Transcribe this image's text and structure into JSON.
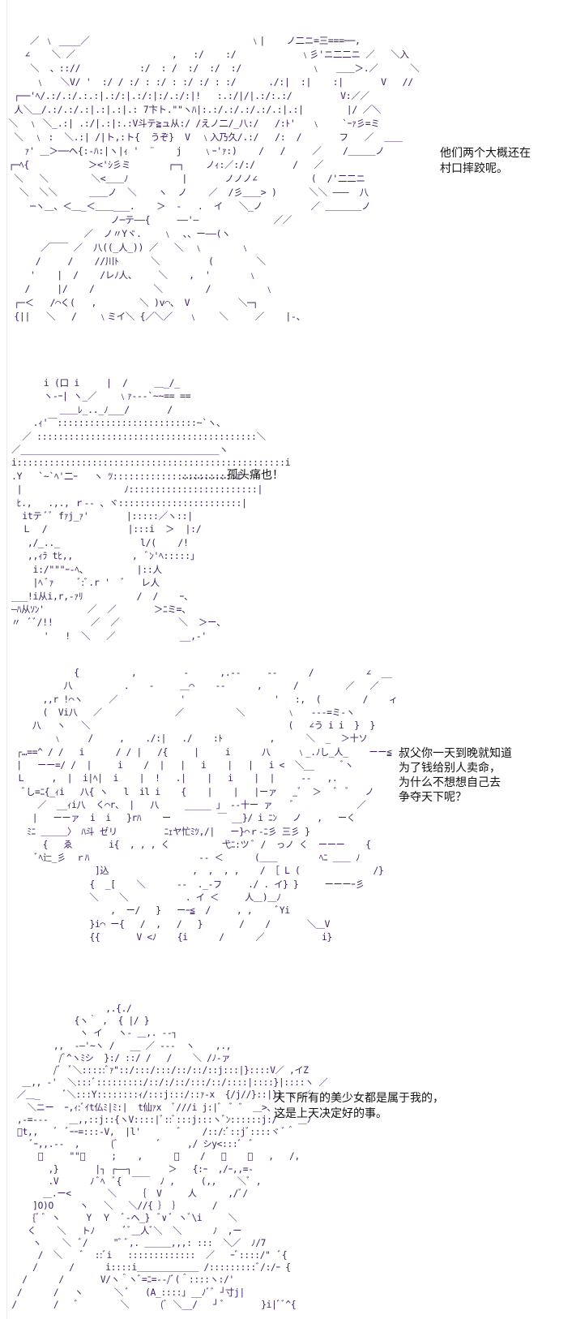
{
  "panels": [
    {
      "dialog": "他们两个大概还在\n村口摔跤呢。",
      "art": "     ／ ﹨ ____／                              ﹨|    ノ二ニ=三===──,\n    ∠    ＼ ／                  ,   :/    :/            ﹨彡'ニ二二ニ ／   ＼入\n     ＼  、:://           :/  : /  :/  :/  :/             ﹨   ＿＿＞.／      ＼\n      ﹨   ＼V/ '  :/ / :/ : :/ : :/ :/ : :/      ./:|  :|    :|       V   //\n  ┌──'ﾍ/.:/.:/.:.:|.:/:|.:/:|:/.:/:|!   :.:/|/|.:/:.:/         V:／／\n  人＼＿/.:/.:/.:|.:|.:|.: 7卞ト.\"\"ヽﾊ|:.:/.:/.:/.:/.:|.:|        |/ ／＼\n ＼  ﹨ ＼_.:| .:/|.:|:.:V斗テ≧ュ从:/ /えノ二/_八:/   /:ﾄ'   ﹨    `ｰｧ彡=ミ\n  ＼  ﹨ :  ＼.:| /|ト,:ト{  うぞ}  V  ﹨入乃久/.:/   /:  /       フ   ／  ＿＿\n    ｧ' ＿＞──ヘ{:-ﾊ:|ヽ|ｨ '  ¨    j    ﹨ｰ'ｧ:)    /   /     ／    /＿＿＿ノ\n ┌─ﾍ{           ＞<'ｼ彡ミ       ┌─┐    ノｨ:／:/:/       /   ／\n  ＼   ＼        ＼<＿＿ﾉ          |       ノノノ∠          (  /'二二ニ\n   ＼  ＼＼      ＿＿ノ  ＼    ヽ  ノ    ／  /彡＿＿> )      ＼＼ ―――  八\n     ─ヽ＿、＜＿_＜＿＿___.    ＞  -   .  イ   ＼_ノ         ／ ＿＿＿＿ノ\n                    ノ─テ――{     ――'―              ／／\n               ／  ノ〃Yヾ.    ﹨  、、ー――(ヽ\n       ／￣￣ ／  八((_人_)) ／   ＼  ﹨       ﹨\n      /     /    //川ﾄ      ＼         (        ＼\n     '    |  /    /レﾉ人、    ＼    ,  '       ﹨\n    /     |/    /           ＼        /          ﹨\n  ┌─＜   /⌒く(   ,        ＼ )v⌒、 V         ＼─┐\n  {||   ＼   /    ﹨ミイ＼ {／＼／   ﹨    ＼     ／    |-、"
    },
    {
      "dialog": "…………孤头痛也！",
      "art": "      i (口 i     |  /     ＿_/_\n      ヽ-ｰ| ヽ_／    ﹨ｧ---`~~== ==\n         ＿＿ﾚ_.._ﾉ___/       /\n    .ｨ'￣::::::::::::::::::::::::::~`ヽ、\n  ／ :::::::::::::::::::::::::::::::::::::::::＼\n／_____________________________________ヽ\ni::::::::::::::::::::::::::::::::::::::::::::::::::i\n.Y   `~`ﾍ'二ｰ   ヽ ﾂ:::::::::::::::::::::::i\n |                   ﾉ::::::::::::::::::::::::|\n ﾋ.,   .,., ｒ-- 、ヾ:::::::::::::::::::::::|\n  itテ ﾞﾞ fｧj_ｧ'       |:::::／ヽ::|\n  Ｌ  /               |:::i  ＞  |:/\n   ,/_.._               l/(    /!\n   ,,ｨﾗ tﾋ,,           ,  ﾞﾝ'ﾍ:::::｣\n    i:/\"\"\"ｰ-ﾍ、         |::人\n    |ﾍ ﾞｧ     ﾞ:ﾞ.r '  ﾞ   レ人\n___!i从i,r,-ｧﾘ          /  /    ｰ、\n―ﾊ从ｿﾝ'        ／  ／       ＞ﾆミ=、\n〃  ﾞﾞ/!!       ／  ／           ＼  ＞ー、\n      '   !  ＼   ／            __,-'"
    },
    {
      "dialog": "叔父你一天到晚就知道\n为了钱给别人卖命，\n为什么不想想自己去\n争夺天下呢？",
      "art": "            {          ,         -      ,.--     --      /          ∠  __\n          八          ．   ‐     ＿⌒    ‐‐      ,      /         ／   ／\n      ,,r !⌒ヽ     ／            '                 '   :,  (        /    ィ\n      (  Vi八   ／              ／          ＼        ﹨   ---=ミ‐ヽ\n    八   ヽ   ＼                                      (   ∠う i i  }  }\n        ﹨     /     ,    ./:|   ./    :ﾄ         ,      ＼  _  ＞十ソ\n ┌…==^ / /   i      / / |   /{     |     i      八     ﹨_.ﾉし_人_    ーー≦\n |   ーー=/ /  |     i    /  |   |   i    |   |   i <  ＼__     ﾞヽ\n Ｌ     ,  |  i|ﾍ|  i    |  !   .|    |   i    |  |     --   ,.\n  ﾞし=ﾆ{_ｨi   八{ ヽ   l  il i    {    |    |   |ーァ   _ﾞ  ＞   ﾞ  ﾞ   ノ\n     ／  __ｨi八  く⌒r、 |   八     _____ 」 ‐‐十ー ァ    ﾞ            ／\n    |   ーーァ  i  i   }rﾊ    ー         ￣ __}/ i ﾆﾝ   ノ   ,   ーく\n   ﾐﾆ ＿＿＿〉 ﾊ斗 ゼリ         ﾆｪヤ忙ﾐﾂ,/|   ー}⌒ｒ-ﾆ彡 三彡 }\n      {   ゑ       i{  , , , く          弋ﾆ:ツ ﾞ /  っノ く  ーーー    {\n     ﾞﾍ辷_彡  ｒﾊ                     ‐‐ ＜      (＿＿        ﾍﾆ ＿＿ ﾉ\n                ]込                ,  ,  , ,    / ［ L (              /}\n               {  _[    ＼      --  ._-フ     ./ . イ} }     ーーーｰ彡\n               ＼    ＼           . イ ＜     人＿)＿ﾉ\n                   ,  ー/   }   ーｰ≦  /     , ,     ﾞYi\n               }i⌒ ー{   /  ,   /   }       /    /       ＼＿V\n               {{       V <ﾉ    {i      /      ／           i}"
    },
    {
      "dialog": "天下所有的美少女都是属于我的，\n这是上天决定好的事。",
      "art": "                   ,.{./\n             {ヽ｀ ,  { |/ }\n              ヽ イ   ヽ‐ ＿,. --┐\n         ,,  -―'~ヽ /   __ ／ ---  ヽ    ,.,\n          /ﾞ^ヽﾐシ  }:/ ::/ /   /    ＼ /ﾉ-ァ\n         /ﾞ  ﾞ＼:::::ﾞｧ\"::/:::/:::/::/::/::j:::|}::::V／ ,イZ\n   ＿,, -'  ＼:::ﾞ:::::::::/::/:/::/:::/::/::::|::::}|::::ヽ ／\n  ／＿_     ﾞ＼:::Y::::::::ｨ/:::j:::/::ｧ‐x  {/j//}::|}} ヽ ／\n    ＼ニー  ｰ,ｨ:ﾞｲt仏ﾐ|ﾐ:|  t仙ｧx  ﾞ///i j:|ﾞ  ﾞ ゛ ＿>、\n  ,-=---    ＿,,::j::{ヽV::::|ﾞ::ﾞ:::j:::ヽﾞﾝ::::::j:/ﾞ ﾞ  ＿ﾉ\n  ﾞt,,   ﾞ  ﾞｰｰ=:::-V,  |l'       ﾞ    /::/:ﾞ::jﾞ::::ヾ ﾞ＾\n     ﾞｰ,,.--  ,      (ﾞ        ﾞ     ,/ シy<:::ﾞ  ﾞ\n      ﾞ     \"\"ﾞ     ;    ,      ﾞ    /   ﾞ    ﾞ   ,   /,\n        ,}       |┐ ┌――┐       ＞   {:ｰ  ,/ｰ,,=-\n        .V      ﾉ ﾞﾍ  ﾞ{  ￣￣  ﾉ ,     (,,    ＼ﾞ ,\n       ＿.ー<       ＼    ｛  V     人      ,/ﾞ/\n     ]O)O     ヽ   ＼   ＼//{ ｝ ｝      /\n     {ﾞ ﾞ ヽ     Y  Ｙ  ﾞ‐ヘ_}  ﾞ∨ ﾞ ヽﾞ\\i     ＼\n    く    ＼   トﾉ      ﾞﾞ＿人ﾞ＼  ＼      ﾉ  ,ー\n     ヽ    ＼  ﾞ/     \"ﾞ ﾞ,. ＿＿＿,,,: :::  ＼／  ﾉ/7\n      /  ＼    ﾞ  ::ﾞi   :::::::::::::  ／   ｰﾞ::::/\"  ﾞ{\n     /      /      i::::i＿＿＿＿＿＿＿ /:::::::::ﾞ/:/ｰ {\n   /      /       V/ヽ＾ヽﾞ=ﾆ=--/ﾞ(＾::::ヽ:/'\n  /      /   ヽ      ＼ ﾞ   (A_::::｣ __ﾉﾞﾞ ┘寸j|\n /       /   ﾞ        ＼      (ﾞ ＼__/   ┘ ﾞ       }i|ﾞﾞ^{"
    }
  ]
}
